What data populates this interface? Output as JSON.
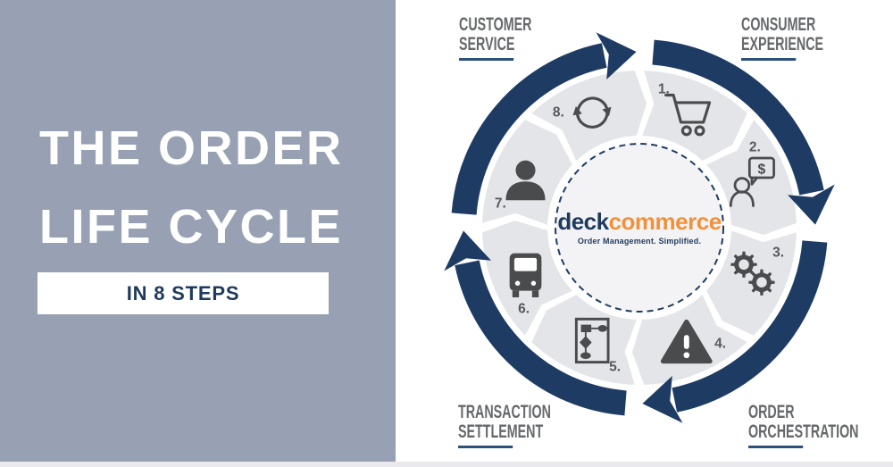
{
  "left_panel": {
    "title_line1": "THE ORDER",
    "title_line2": "LIFE CYCLE",
    "subtitle": "IN 8 STEPS"
  },
  "diagram": {
    "center_logo": {
      "brand_part1": "deck",
      "brand_part2": "commerce",
      "tagline": "Order Management. Simplified."
    },
    "corner_labels": [
      {
        "id": "customer-service",
        "position": "top-left",
        "lines": [
          "CUSTOMER",
          "SERVICE"
        ]
      },
      {
        "id": "consumer-experience",
        "position": "top-right",
        "lines": [
          "CONSUMER",
          "EXPERIENCE"
        ]
      },
      {
        "id": "order-orchestration",
        "position": "bottom-right",
        "lines": [
          "ORDER",
          "ORCHESTRATION"
        ]
      },
      {
        "id": "transaction-settlement",
        "position": "bottom-left",
        "lines": [
          "TRANSACTION",
          "SETTLEMENT"
        ]
      }
    ],
    "steps": [
      {
        "number": "1.",
        "icon": "shopping-cart-icon"
      },
      {
        "number": "2.",
        "icon": "customer-payment-icon"
      },
      {
        "number": "3.",
        "icon": "gears-icon"
      },
      {
        "number": "4.",
        "icon": "warning-icon"
      },
      {
        "number": "5.",
        "icon": "workflow-icon"
      },
      {
        "number": "6.",
        "icon": "delivery-truck-icon"
      },
      {
        "number": "7.",
        "icon": "customer-icon"
      },
      {
        "number": "8.",
        "icon": "returns-sync-icon"
      }
    ],
    "colors": {
      "left_panel_bg": "#98a1b3",
      "navy": "#1e3c63",
      "underline": "#2d517c",
      "label_text": "#66686b",
      "wedge_fill": "#e4e5e8",
      "icon": "#4a4b4d",
      "step_number": "#58595c",
      "center_fill": "#f3f3f5",
      "logo_navy": "#1f3a5f",
      "logo_orange": "#f0923d",
      "subtitle_navy": "#1e3a5f"
    }
  }
}
